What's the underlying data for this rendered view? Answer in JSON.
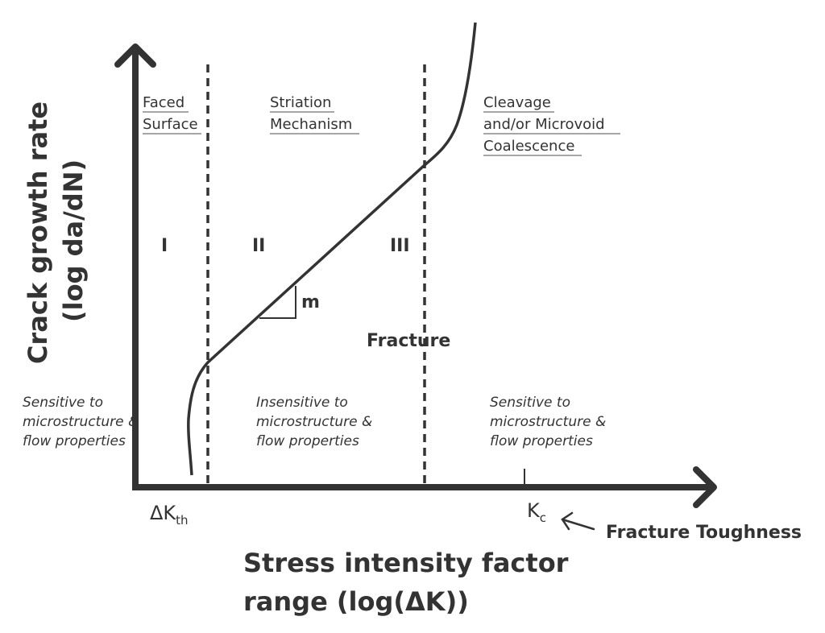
{
  "axes": {
    "y_label_line1": "Crack growth rate",
    "y_label_line2": "(log da/dN)",
    "x_label_line1": "Stress intensity factor",
    "x_label_line2": "range (log(ΔK))"
  },
  "mechanisms": {
    "region1": [
      "Faced",
      "Surface"
    ],
    "region2": [
      "Striation",
      "Mechanism"
    ],
    "region3": [
      "Cleavage",
      "and/or Microvoid",
      "Coalescence"
    ]
  },
  "regions": {
    "r1": "I",
    "r2": "II",
    "r3": "III"
  },
  "slope_label": "m",
  "fracture_label": "Fracture",
  "sensitivity": {
    "left": [
      "Sensitive to",
      "microstructure &",
      "flow properties"
    ],
    "middle": [
      "Insensitive to",
      "microstructure &",
      "flow properties"
    ],
    "right": [
      "Sensitive to",
      "microstructure &",
      "flow properties"
    ]
  },
  "ticks": {
    "threshold_main": "ΔK",
    "threshold_sub": "th",
    "kc_main": "K",
    "kc_sub": "c"
  },
  "fracture_toughness_label": "Fracture Toughness",
  "colors": {
    "ink": "#333333",
    "underline": "#888888"
  }
}
